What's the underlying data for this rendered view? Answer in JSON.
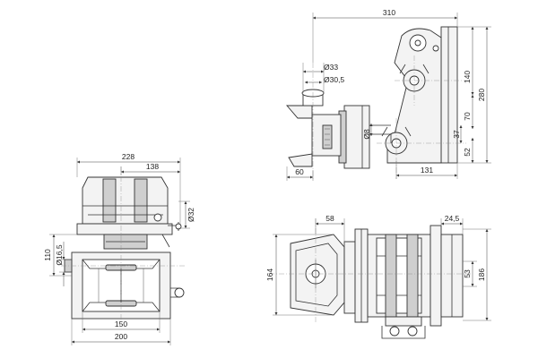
{
  "colors": {
    "line": "#333333",
    "body_fill": "#f3f3f3",
    "dark_fill": "#cfcfcf"
  },
  "views": {
    "front": {
      "dims": {
        "width_top": "228",
        "offset_top": "138",
        "dia_side": "Ø32",
        "height_left": "110",
        "dia_left": "Ø16,5",
        "width_inner": "150",
        "width_outer": "200"
      }
    },
    "side": {
      "dims": {
        "overall_width": "310",
        "dia_outer": "Ø33",
        "dia_inner": "Ø30,5",
        "dia_pin": "Ø8",
        "left_offset": "60",
        "pivot_spacing": "131",
        "h_280": "280",
        "h_140": "140",
        "h_70": "70",
        "h_52": "52",
        "h_37": "37"
      }
    },
    "top": {
      "dims": {
        "offset_58": "58",
        "offset_24_5": "24,5",
        "height_164": "164",
        "height_186": "186",
        "height_53": "53"
      }
    }
  }
}
